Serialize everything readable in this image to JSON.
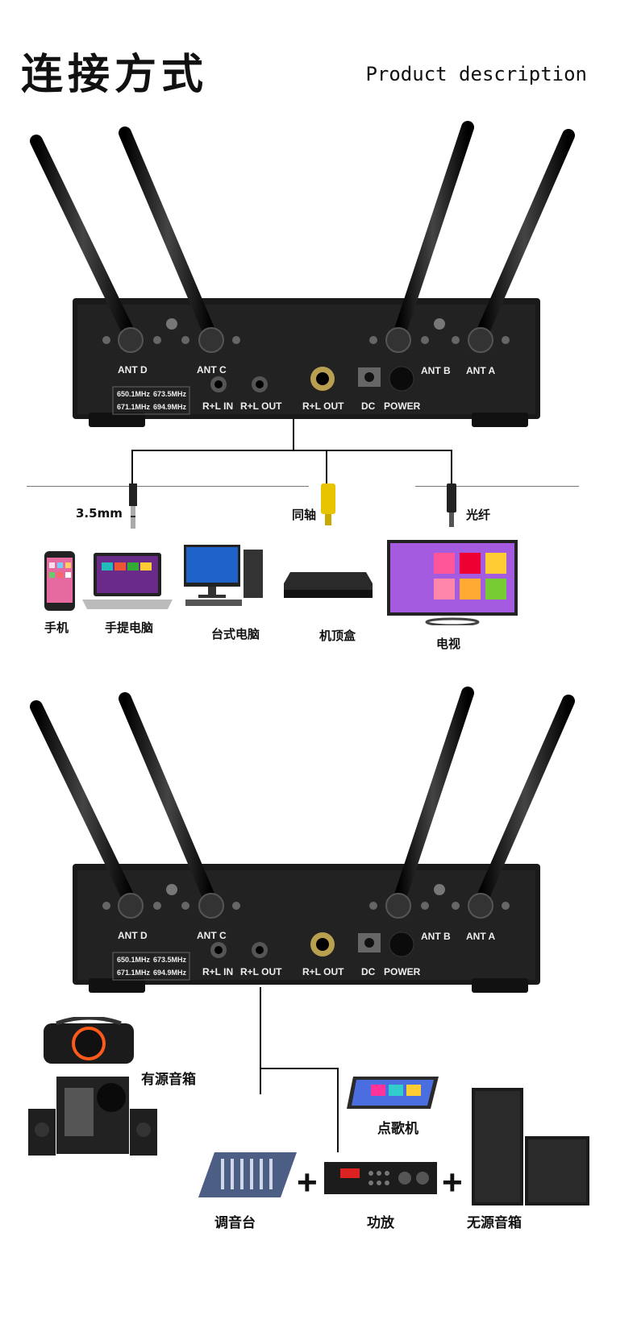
{
  "header": {
    "title": "连接方式",
    "subtitle": "Product description"
  },
  "receiver": {
    "ant_labels": [
      "ANT D",
      "ANT C",
      "ANT B",
      "ANT A"
    ],
    "freqs": [
      "650.1MHz",
      "673.5MHz",
      "671.1MHz",
      "694.9MHz"
    ],
    "ports": [
      "R+L IN",
      "R+L OUT",
      "R+L OUT",
      "DC",
      "POWER"
    ]
  },
  "section1": {
    "connectors": [
      "3.5mm",
      "同轴",
      "光纤"
    ],
    "devices": [
      "手机",
      "手提电脑",
      "台式电脑",
      "机顶盒",
      "电视"
    ]
  },
  "section2": {
    "active_speaker": "有源音箱",
    "ktv": "点歌机",
    "mixer": "调音台",
    "amplifier": "功放",
    "passive_speaker": "无源音箱",
    "plus": "+"
  }
}
